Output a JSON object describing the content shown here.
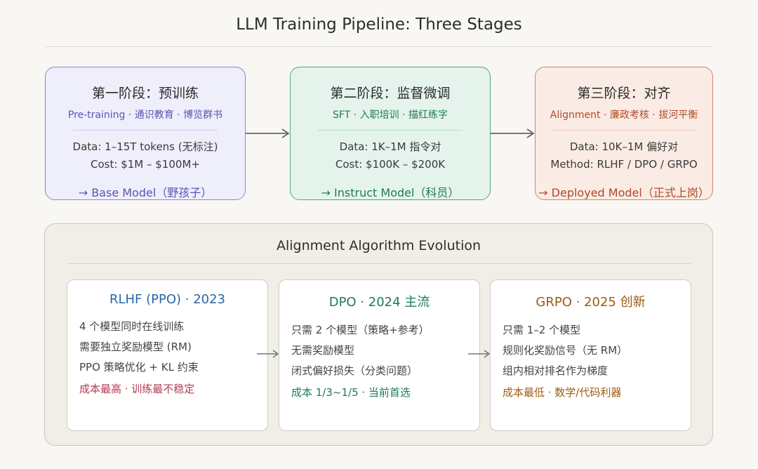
{
  "title": "LLM Training Pipeline: Three Stages",
  "stages": [
    {
      "name": "第一阶段：预训练",
      "subtitle": "Pre-training · 通识教育 · 博览群书",
      "line1": "Data: 1–15T tokens (无标注)",
      "line2": "Cost: $1M – $100M+",
      "output": "→ Base Model（野孩子）"
    },
    {
      "name": "第二阶段：监督微调",
      "subtitle": "SFT · 入职培训 · 描红练字",
      "line1": "Data: 1K–1M 指令对",
      "line2": "Cost: $100K – $200K",
      "output": "→ Instruct Model（科员）"
    },
    {
      "name": "第三阶段：对齐",
      "subtitle": "Alignment · 廉政考核 · 拔河平衡",
      "line1": "Data: 10K–1M 偏好对",
      "line2": "Method: RLHF / DPO / GRPO",
      "output": "→ Deployed Model（正式上岗）"
    }
  ],
  "evolution": {
    "title": "Alignment Algorithm Evolution",
    "algorithms": [
      {
        "name": "RLHF (PPO) · 2023",
        "lines": [
          "4 个模型同时在线训练",
          "需要独立奖励模型 (RM)",
          "PPO 策略优化 + KL 约束"
        ],
        "note": "成本最高 · 训练最不稳定"
      },
      {
        "name": "DPO · 2024 主流",
        "lines": [
          "只需 2 个模型（策略+参考）",
          "无需奖励模型",
          "闭式偏好损失（分类问题）"
        ],
        "note": "成本 1/3~1/5 · 当前首选"
      },
      {
        "name": "GRPO · 2025 创新",
        "lines": [
          "只需 1–2 个模型",
          "规则化奖励信号（无 RM）",
          "组内相对排名作为梯度"
        ],
        "note": "成本最低 · 数学/代码利器"
      }
    ]
  },
  "colors": {
    "stage1": "#5b55b4",
    "stage2": "#1e7b55",
    "stage3": "#b04a28",
    "rlhf": "#2a66a8",
    "rlhf_note": "#b23a55",
    "dpo": "#1e7b55",
    "grpo": "#9a5c14"
  }
}
